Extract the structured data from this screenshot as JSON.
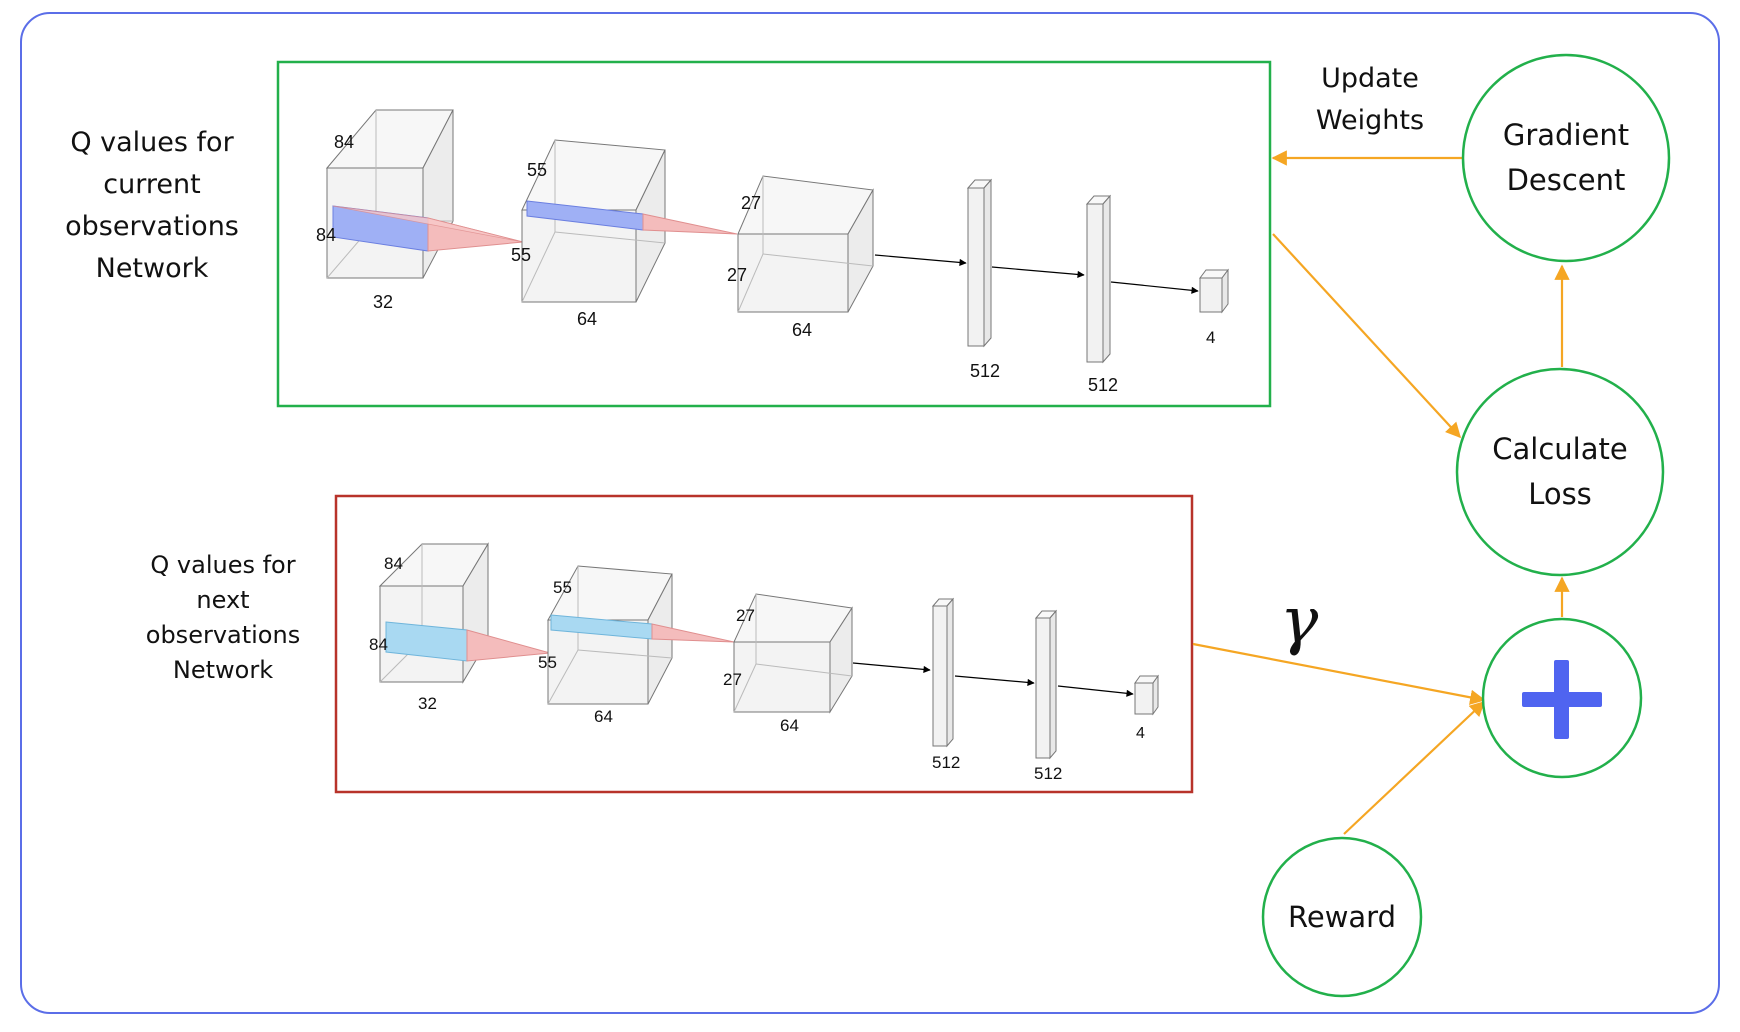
{
  "labels": {
    "current_network": [
      "Q values for",
      "current",
      "observations",
      "Network"
    ],
    "next_network": [
      "Q values for",
      "next",
      "observations",
      "Network"
    ],
    "update_weights": [
      "Update",
      "Weights"
    ],
    "gamma": "γ"
  },
  "nodes": {
    "gradient_descent": [
      "Gradient",
      "Descent"
    ],
    "calculate_loss": [
      "Calculate",
      "Loss"
    ],
    "plus": "+",
    "reward": "Reward"
  },
  "networks": {
    "current": {
      "layers": [
        {
          "depth_label": "32",
          "height_label": "84",
          "width_label": "84"
        },
        {
          "depth_label": "64",
          "height_label": "55",
          "width_label": "55"
        },
        {
          "depth_label": "64",
          "height_label": "27",
          "width_label": "27"
        },
        {
          "depth_label": "512"
        },
        {
          "depth_label": "512"
        },
        {
          "depth_label": "4"
        }
      ]
    },
    "next": {
      "layers": [
        {
          "depth_label": "32",
          "height_label": "84",
          "width_label": "84"
        },
        {
          "depth_label": "64",
          "height_label": "55",
          "width_label": "55"
        },
        {
          "depth_label": "64",
          "height_label": "27",
          "width_label": "27"
        },
        {
          "depth_label": "512"
        },
        {
          "depth_label": "512"
        },
        {
          "depth_label": "4"
        }
      ]
    }
  },
  "colors": {
    "frame": "#5b6ee8",
    "current_box": "#22b04b",
    "next_box": "#b8332a",
    "node_circle": "#22b04b",
    "arrow": "#f5a623",
    "plus": "#4f64f0",
    "kernel_current": "#9fb0f5",
    "kernel_next": "#a9d9f2"
  }
}
